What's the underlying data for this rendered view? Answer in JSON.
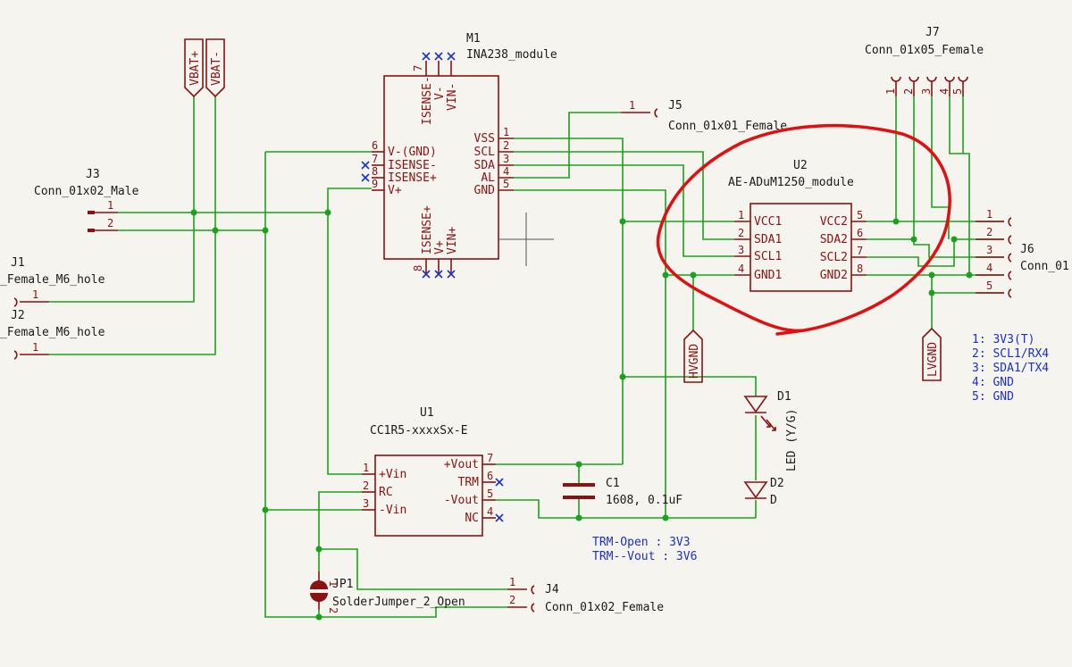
{
  "symbols": {
    "M1": {
      "ref": "M1",
      "value": "INA238_module",
      "pins_left": [
        "V-(GND)",
        "ISENSE-",
        "ISENSE+",
        "V+"
      ],
      "nums_left": [
        "6",
        "7",
        "8",
        "9"
      ],
      "pins_right": [
        "VSS",
        "SCL",
        "SDA",
        "AL",
        "GND"
      ],
      "nums_right": [
        "1",
        "2",
        "3",
        "4",
        "5"
      ],
      "pins_top": [
        "ISENSE-",
        "V-",
        "VIN-"
      ],
      "num_top": "7",
      "pins_bottom": [
        "ISENSE+",
        "V+",
        "VIN+"
      ],
      "num_bottom": "8"
    },
    "U2": {
      "ref": "U2",
      "value": "AE-ADuM1250_module",
      "pins_left": [
        "VCC1",
        "SDA1",
        "SCL1",
        "GND1"
      ],
      "nums_left": [
        "1",
        "2",
        "3",
        "4"
      ],
      "pins_right": [
        "VCC2",
        "SDA2",
        "SCL2",
        "GND2"
      ],
      "nums_right": [
        "5",
        "6",
        "7",
        "8"
      ]
    },
    "U1": {
      "ref": "U1",
      "value": "CC1R5-xxxxSx-E",
      "pins_left": [
        "+Vin",
        "RC",
        "-Vin"
      ],
      "nums_left": [
        "1",
        "2",
        "3"
      ],
      "pins_right": [
        "+Vout",
        "TRM",
        "-Vout",
        "NC"
      ],
      "nums_right": [
        "7",
        "6",
        "5",
        "4"
      ]
    },
    "J3": {
      "ref": "J3",
      "value": "Conn_01x02_Male",
      "pins": [
        "1",
        "2"
      ]
    },
    "J1": {
      "ref": "J1",
      "value": "_Female_M6_hole",
      "pin": "1"
    },
    "J2": {
      "ref": "J2",
      "value": "_Female_M6_hole",
      "pin": "1"
    },
    "J5": {
      "ref": "J5",
      "value": "Conn_01x01_Female",
      "pin": "1"
    },
    "J7": {
      "ref": "J7",
      "value": "Conn_01x05_Female",
      "pins": [
        "1",
        "2",
        "3",
        "4",
        "5"
      ]
    },
    "J6": {
      "ref": "J6",
      "value": "Conn_01",
      "pins": [
        "1",
        "2",
        "3",
        "4",
        "5"
      ]
    },
    "J4": {
      "ref": "J4",
      "value": "Conn_01x02_Female",
      "pins": [
        "1",
        "2"
      ]
    },
    "C1": {
      "ref": "C1",
      "value": "1608, 0.1uF"
    },
    "D1": {
      "ref": "D1",
      "value": "LED (Y/G)"
    },
    "D2": {
      "ref": "D2",
      "value": "D"
    },
    "JP1": {
      "ref": "JP1",
      "value": "SolderJumper_2_Open",
      "pins": [
        "1",
        "2"
      ]
    }
  },
  "power_flags": [
    "VBAT+",
    "VBAT-",
    "HVGND",
    "LVGND"
  ],
  "notes": {
    "j6_pinout": [
      "1: 3V3(T)",
      "2: SCL1/RX4",
      "3: SDA1/TX4",
      "4: GND",
      "5: GND"
    ],
    "trm": [
      "TRM-Open : 3V3",
      "TRM--Vout : 3V6"
    ]
  },
  "colors": {
    "wire": "#1aa31a",
    "symbol": "#8b1212",
    "note": "#1c2fd0",
    "annotation": "#e01010",
    "background": "#f5f4ef"
  }
}
